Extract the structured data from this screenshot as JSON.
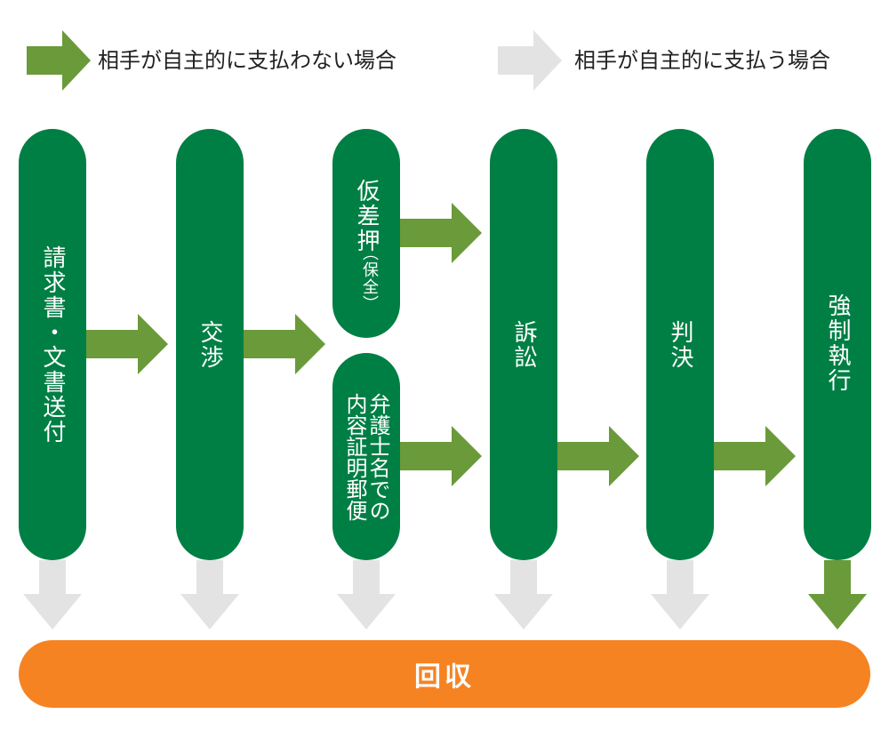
{
  "legend": {
    "green_label": "相手が自主的に支払わない場合",
    "gray_label": "相手が自主的に支払う場合"
  },
  "colors": {
    "green_arrow": "#6a9a3a",
    "gray_arrow": "#e3e3e3",
    "pill": "#007f45",
    "result": "#f68322"
  },
  "steps": {
    "demand": "請求書・文書送付",
    "negotiation": "交渉",
    "provisional_main": "仮差押",
    "provisional_sub": "（保全）",
    "lawyer_letter_col1": "弁護士名での",
    "lawyer_letter_col2": "内容証明郵便",
    "lawsuit": "訴訟",
    "judgment": "判決",
    "enforcement": "強制執行"
  },
  "result": {
    "label": "回収"
  }
}
